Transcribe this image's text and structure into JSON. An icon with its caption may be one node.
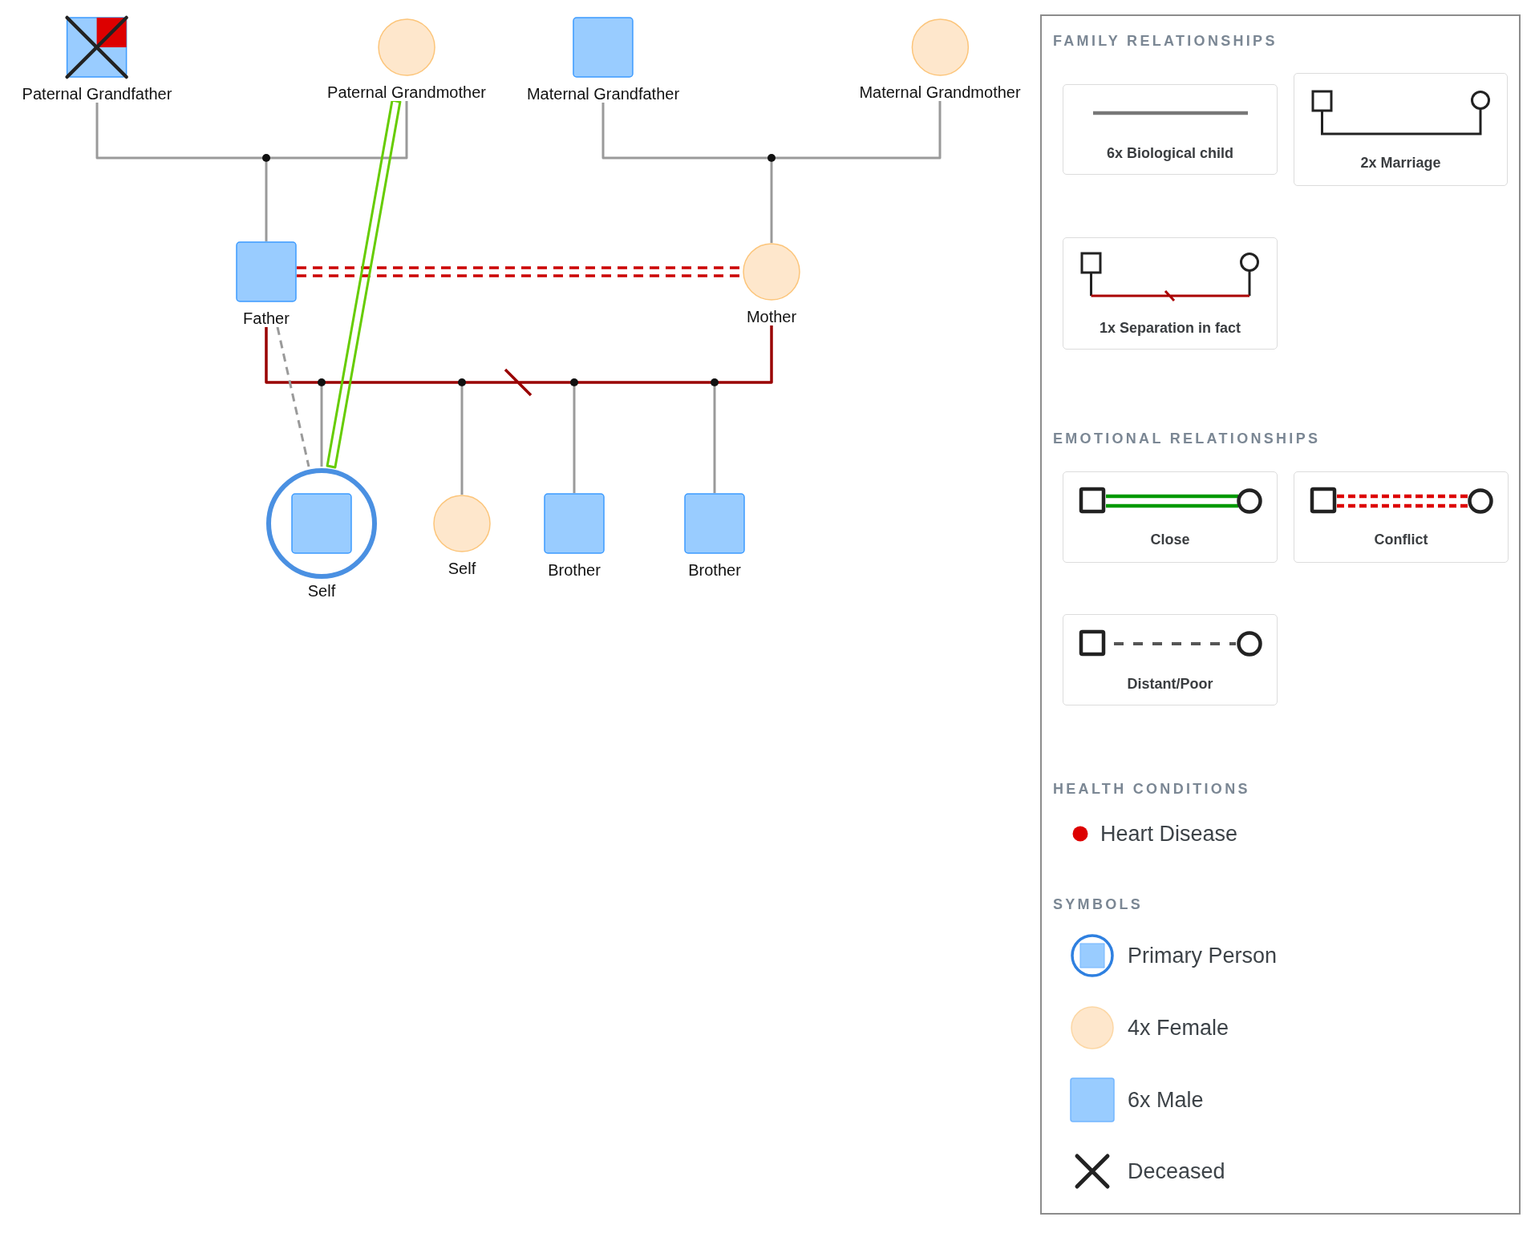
{
  "diagram": {
    "nodes": [
      {
        "text": [
          "Paternal Grandfather"
        ]
      },
      {
        "text": [
          "Paternal Grandmother"
        ]
      },
      {
        "text": [
          "Maternal Grandfather"
        ]
      },
      {
        "text": [
          "Maternal Grandmother"
        ]
      },
      {
        "text": [],
        "shape": "dot"
      },
      {
        "text": [],
        "shape": "dot"
      },
      {
        "text": [
          "Father"
        ]
      },
      {
        "text": [
          "Mother"
        ]
      },
      {
        "text": [],
        "shape": "dot"
      },
      {
        "text": [],
        "shape": "dot"
      },
      {
        "text": [],
        "shape": "dot"
      },
      {
        "text": [],
        "shape": "dot"
      },
      {
        "text": [
          "Self"
        ]
      },
      {
        "text": [
          "Self"
        ]
      },
      {
        "text": [
          "Brother"
        ]
      },
      {
        "text": [
          "Brother"
        ]
      }
    ],
    "edges": [
      {
        "from": 0,
        "to": 1,
        "arrow": "none"
      },
      {
        "from": 2,
        "to": 3,
        "arrow": "none"
      },
      {
        "from": 4,
        "to": 6,
        "arrow": "none"
      },
      {
        "from": 5,
        "to": 7,
        "arrow": "none"
      },
      {
        "from": 6,
        "to": 7,
        "arrow": "none",
        "color": "#990000"
      },
      {
        "from": 8,
        "to": 12,
        "arrow": "none"
      },
      {
        "from": 9,
        "to": 13,
        "arrow": "none"
      },
      {
        "from": 10,
        "to": 14,
        "arrow": "none"
      },
      {
        "from": 11,
        "to": 15,
        "arrow": "none"
      },
      {
        "from": 6,
        "to": 7,
        "arrow": "none",
        "style": "dashed",
        "color": "#cc0000"
      },
      {
        "from": 1,
        "to": 12,
        "arrow": "none",
        "color": "#66cc00"
      },
      {
        "from": 6,
        "to": 12,
        "arrow": "none",
        "style": "dashed"
      }
    ],
    "labels": [
      "FAMILY RELATIONSHIPS",
      "EMOTIONAL RELATIONSHIPS",
      "HEALTH CONDITIONS",
      "SYMBOLS"
    ],
    "legend": [
      {
        "text": "6x Biological child"
      },
      {
        "text": "2x Marriage"
      },
      {
        "text": "1x Separation in fact"
      },
      {
        "text": "Close"
      },
      {
        "text": "Conflict"
      },
      {
        "text": "Distant/Poor"
      },
      {
        "text": "Heart Disease",
        "color": "#dd0000"
      },
      {
        "text": "Primary Person"
      },
      {
        "text": "4x Female",
        "color": "#fee7cc"
      },
      {
        "text": "6x Male",
        "color": "#99ccff"
      },
      {
        "text": "Deceased"
      }
    ]
  }
}
